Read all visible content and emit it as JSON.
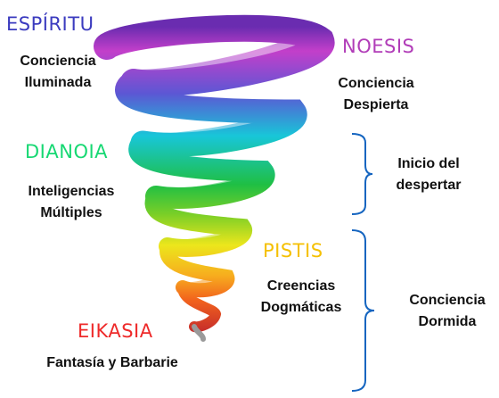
{
  "levels": {
    "espiritu": {
      "name": "ESPÍRITU",
      "color": "#3b3bbf",
      "desc": [
        "Conciencia",
        "Iluminada"
      ]
    },
    "noesis": {
      "name": "NOESIS",
      "color": "#b13db8",
      "desc": [
        "Conciencia",
        "Despierta"
      ]
    },
    "dianoia": {
      "name": "DIANOIA",
      "color": "#17d873",
      "desc": [
        "Inteligencias",
        "Múltiples"
      ]
    },
    "pistis": {
      "name": "PISTIS",
      "color": "#f5c000",
      "desc": [
        "Creencias",
        "Dogmáticas"
      ]
    },
    "eikasia": {
      "name": "EIKASIA",
      "color": "#ee2a2a",
      "desc": [
        "Fantasía y Barbarie"
      ]
    }
  },
  "brackets": {
    "upper": {
      "label": [
        "Inicio del",
        "despertar"
      ],
      "color": "#1565c0"
    },
    "lower": {
      "label": [
        "Conciencia",
        "Dormida"
      ],
      "color": "#1565c0"
    }
  },
  "spiral_colors": [
    "#7a2fb8",
    "#c03fc9",
    "#6a4fd0",
    "#22a9e6",
    "#16c4cf",
    "#1fbf4a",
    "#6cc72a",
    "#e9e61c",
    "#f6b21c",
    "#f26a1c",
    "#d93a2a"
  ]
}
